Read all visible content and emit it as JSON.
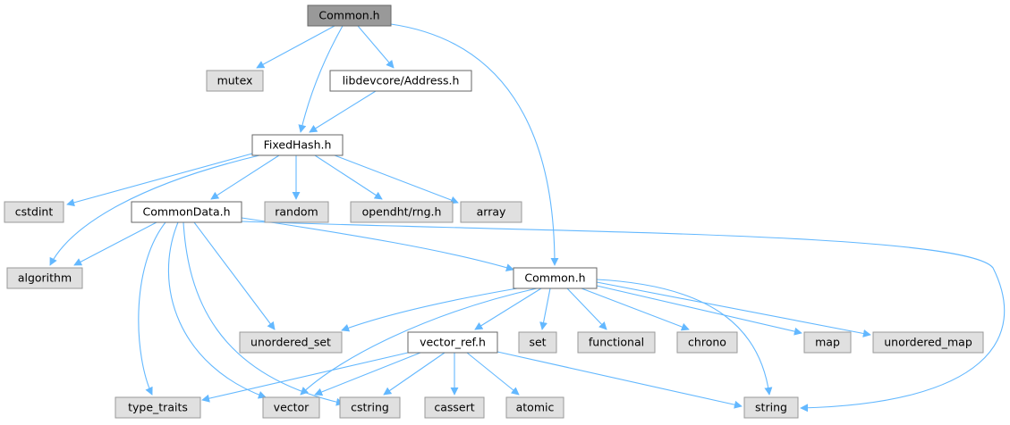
{
  "diagram": {
    "colors": {
      "edge": "#63b8ff",
      "root_fill": "#999999",
      "local_fill": "#ffffff",
      "system_fill": "#e0e0e0",
      "border": "#666666"
    },
    "nodes": {
      "root": "Common.h",
      "mutex": "mutex",
      "address": "libdevcore/Address.h",
      "fixedhash": "FixedHash.h",
      "cstdint": "cstdint",
      "commondata": "CommonData.h",
      "random": "random",
      "rng": "opendht/rng.h",
      "array": "array",
      "algorithm": "algorithm",
      "common2": "Common.h",
      "unordered_set": "unordered_set",
      "vector_ref": "vector_ref.h",
      "set": "set",
      "functional": "functional",
      "chrono": "chrono",
      "map": "map",
      "unordered_map": "unordered_map",
      "type_traits": "type_traits",
      "vector": "vector",
      "cstring": "cstring",
      "cassert": "cassert",
      "atomic": "atomic",
      "string": "string"
    },
    "edges": [
      [
        "root",
        "mutex"
      ],
      [
        "root",
        "address"
      ],
      [
        "root",
        "fixedhash"
      ],
      [
        "root",
        "common2"
      ],
      [
        "address",
        "fixedhash"
      ],
      [
        "fixedhash",
        "cstdint"
      ],
      [
        "fixedhash",
        "commondata"
      ],
      [
        "fixedhash",
        "random"
      ],
      [
        "fixedhash",
        "rng"
      ],
      [
        "fixedhash",
        "array"
      ],
      [
        "fixedhash",
        "algorithm"
      ],
      [
        "commondata",
        "algorithm"
      ],
      [
        "commondata",
        "type_traits"
      ],
      [
        "commondata",
        "vector"
      ],
      [
        "commondata",
        "cstring"
      ],
      [
        "commondata",
        "unordered_set"
      ],
      [
        "commondata",
        "common2"
      ],
      [
        "commondata",
        "string"
      ],
      [
        "common2",
        "unordered_set"
      ],
      [
        "common2",
        "vector_ref"
      ],
      [
        "common2",
        "set"
      ],
      [
        "common2",
        "functional"
      ],
      [
        "common2",
        "chrono"
      ],
      [
        "common2",
        "map"
      ],
      [
        "common2",
        "unordered_map"
      ],
      [
        "common2",
        "string"
      ],
      [
        "common2",
        "vector"
      ],
      [
        "vector_ref",
        "type_traits"
      ],
      [
        "vector_ref",
        "vector"
      ],
      [
        "vector_ref",
        "cstring"
      ],
      [
        "vector_ref",
        "cassert"
      ],
      [
        "vector_ref",
        "atomic"
      ],
      [
        "vector_ref",
        "string"
      ]
    ]
  }
}
